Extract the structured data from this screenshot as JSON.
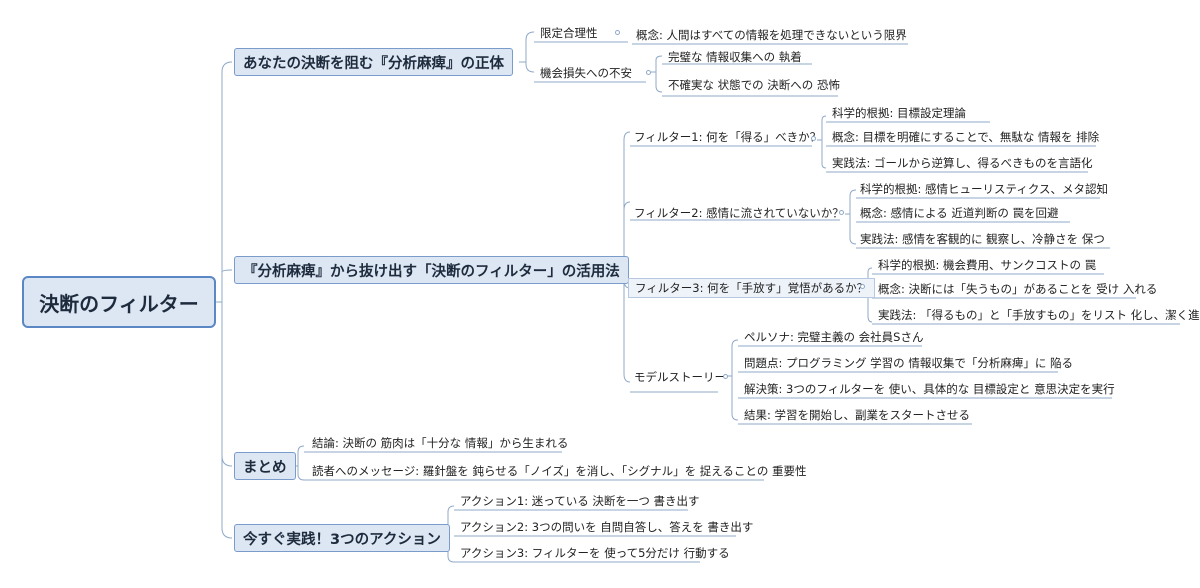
{
  "root": {
    "label": "決断のフィルター"
  },
  "branches": [
    {
      "label": "あなたの決断を阻む『分析麻痺』の正体",
      "children": [
        {
          "label": "限定合理性",
          "leaves": [
            "概念: 人間はすべての情報を処理できないという限界"
          ]
        },
        {
          "label": "機会損失への不安",
          "leaves": [
            "完璧な 情報収集への 執着",
            "不確実な 状態での 決断への 恐怖"
          ]
        }
      ]
    },
    {
      "label": "『分析麻痺』から抜け出す「決断のフィルター」の活用法",
      "children": [
        {
          "label": "フィルター1: 何を「得る」べきか？",
          "leaves": [
            "科学的根拠: 目標設定理論",
            "概念: 目標を明確にすることで、無駄な 情報を 排除",
            "実践法: ゴールから逆算し、得るべきものを言語化"
          ]
        },
        {
          "label": "フィルター2: 感情に流されていないか？",
          "leaves": [
            "科学的根拠: 感情ヒューリスティクス、メタ認知",
            "概念: 感情による 近道判断の 罠を回避",
            "実践法: 感情を客観的に 観察し、冷静さを 保つ"
          ]
        },
        {
          "label": "フィルター3: 何を「手放す」覚悟があるか？",
          "leaves": [
            "科学的根拠: 機会費用、サンクコストの 罠",
            "概念: 決断には「失うもの」があることを 受け 入れる",
            "実践法: 「得るもの」と「手放すもの」をリスト 化し、潔く進む"
          ]
        },
        {
          "label": "モデルストーリー",
          "leaves": [
            "ペルソナ: 完璧主義の 会社員Sさん",
            "問題点: プログラミング 学習の 情報収集で「分析麻痺」に 陥る",
            "解決策: 3つのフィルターを 使い、具体的な 目標設定と 意思決定を実行",
            "結果: 学習を開始し、副業をスタートさせる"
          ]
        }
      ]
    },
    {
      "label": "まとめ",
      "leaves": [
        "結論: 決断の 筋肉は「十分な 情報」から生まれる",
        "読者へのメッセージ: 羅針盤を 鈍らせる「ノイズ」を消し、「シグナル」を 捉えることの 重要性"
      ]
    },
    {
      "label": "今すぐ実践！3つのアクション",
      "leaves": [
        "アクション1: 迷っている 決断を一つ 書き出す",
        "アクション2: 3つの問いを 自問自答し、答えを 書き出す",
        "アクション3: フィルターを 使って5分だけ 行動する"
      ]
    }
  ]
}
